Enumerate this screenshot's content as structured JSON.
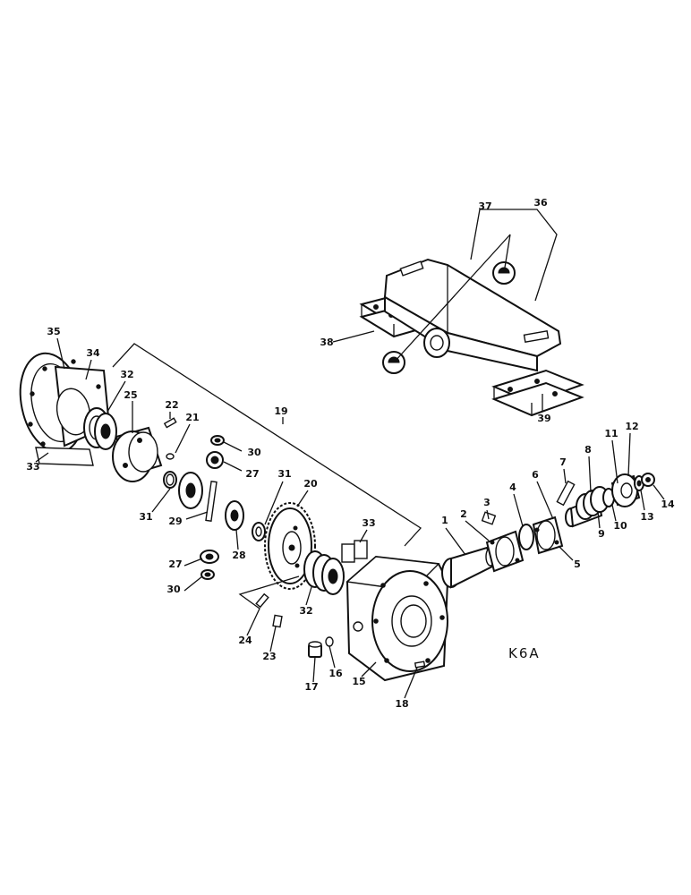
{
  "figure_code": "K6A",
  "callouts": {
    "n1": "1",
    "n2": "2",
    "n3": "3",
    "n4": "4",
    "n5": "5",
    "n6": "6",
    "n7": "7",
    "n8": "8",
    "n9": "9",
    "n10": "10",
    "n11": "11",
    "n12": "12",
    "n13": "13",
    "n14": "14",
    "n15": "15",
    "n16": "16",
    "n17": "17",
    "n18": "18",
    "n19": "19",
    "n20": "20",
    "n21": "21",
    "n22": "22",
    "n23": "23",
    "n24": "24",
    "n25": "25",
    "n27a": "27",
    "n27b": "27",
    "n28": "28",
    "n29": "29",
    "n30a": "30",
    "n30b": "30",
    "n31a": "31",
    "n31b": "31",
    "n32a": "32",
    "n32b": "32",
    "n33a": "33",
    "n33b": "33",
    "n34": "34",
    "n35": "35",
    "n36": "36",
    "n37": "37",
    "n38": "38",
    "n39": "39"
  }
}
